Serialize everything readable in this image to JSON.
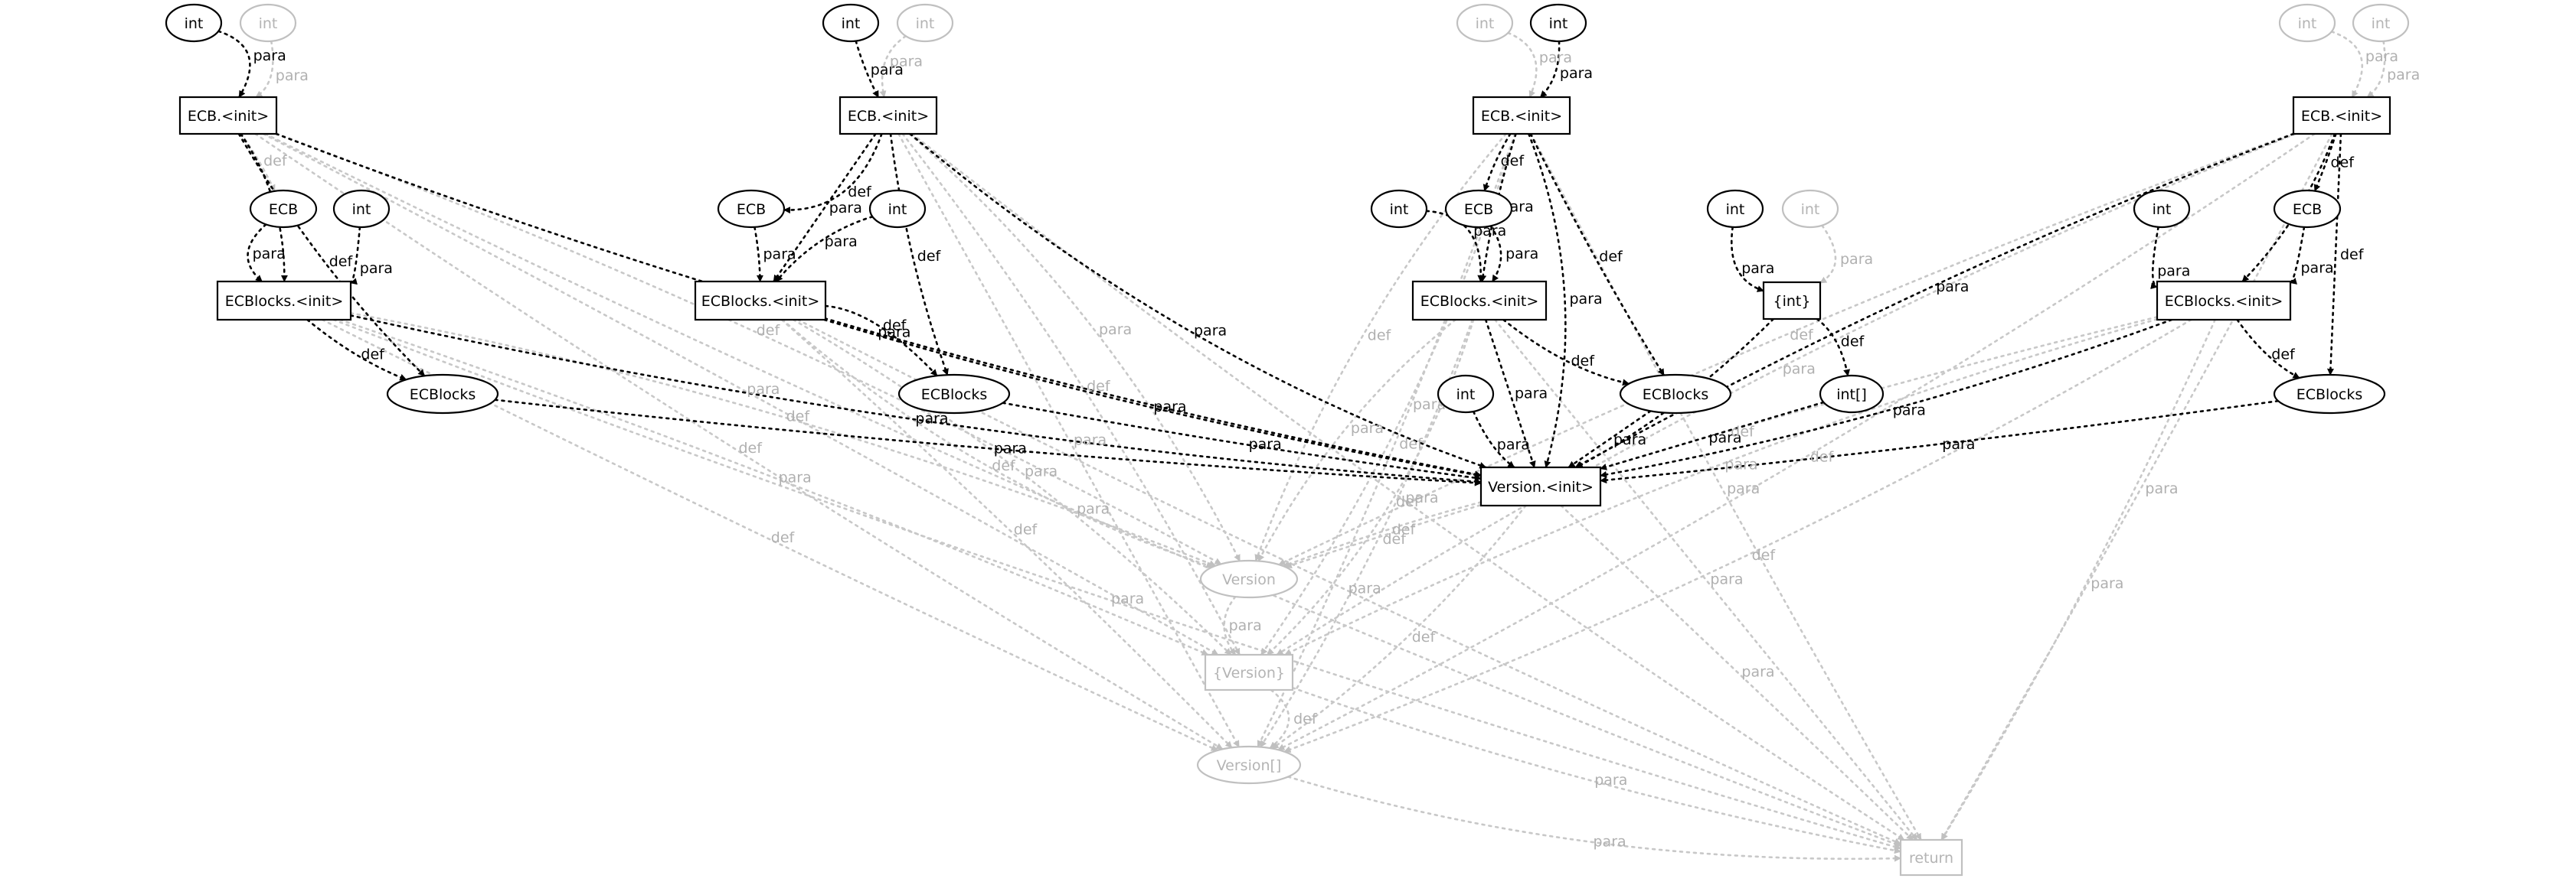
{
  "diagram": {
    "colors": {
      "highlight": "#000000",
      "muted": "#c0c0c0",
      "background": "#ffffff"
    },
    "nodes": [
      {
        "id": "i1a",
        "label": "int",
        "shape": "ellipse",
        "muted": false
      },
      {
        "id": "i1b",
        "label": "int",
        "shape": "ellipse",
        "muted": true
      },
      {
        "id": "E1",
        "label": "ECB.<init>",
        "shape": "box",
        "muted": false
      },
      {
        "id": "c1",
        "label": "ECB",
        "shape": "ellipse",
        "muted": false
      },
      {
        "id": "i1c",
        "label": "int",
        "shape": "ellipse",
        "muted": false
      },
      {
        "id": "B1",
        "label": "ECBlocks.<init>",
        "shape": "box",
        "muted": false
      },
      {
        "id": "k1",
        "label": "ECBlocks",
        "shape": "ellipse",
        "muted": false
      },
      {
        "id": "i2a",
        "label": "int",
        "shape": "ellipse",
        "muted": false
      },
      {
        "id": "i2b",
        "label": "int",
        "shape": "ellipse",
        "muted": true
      },
      {
        "id": "E2",
        "label": "ECB.<init>",
        "shape": "box",
        "muted": false
      },
      {
        "id": "c2",
        "label": "ECB",
        "shape": "ellipse",
        "muted": false
      },
      {
        "id": "i2c",
        "label": "int",
        "shape": "ellipse",
        "muted": false
      },
      {
        "id": "B2",
        "label": "ECBlocks.<init>",
        "shape": "box",
        "muted": false
      },
      {
        "id": "k2",
        "label": "ECBlocks",
        "shape": "ellipse",
        "muted": false
      },
      {
        "id": "i3a",
        "label": "int",
        "shape": "ellipse",
        "muted": true
      },
      {
        "id": "i3b",
        "label": "int",
        "shape": "ellipse",
        "muted": false
      },
      {
        "id": "E3",
        "label": "ECB.<init>",
        "shape": "box",
        "muted": false
      },
      {
        "id": "i3c",
        "label": "int",
        "shape": "ellipse",
        "muted": false
      },
      {
        "id": "c3",
        "label": "ECB",
        "shape": "ellipse",
        "muted": false
      },
      {
        "id": "B3",
        "label": "ECBlocks.<init>",
        "shape": "box",
        "muted": false
      },
      {
        "id": "k3",
        "label": "ECBlocks",
        "shape": "ellipse",
        "muted": false
      },
      {
        "id": "i3d",
        "label": "int",
        "shape": "ellipse",
        "muted": false
      },
      {
        "id": "i5a",
        "label": "int",
        "shape": "ellipse",
        "muted": false
      },
      {
        "id": "i5b",
        "label": "int",
        "shape": "ellipse",
        "muted": true
      },
      {
        "id": "A",
        "label": "{int}",
        "shape": "box",
        "muted": false
      },
      {
        "id": "ia",
        "label": "int[]",
        "shape": "ellipse",
        "muted": false
      },
      {
        "id": "i4a",
        "label": "int",
        "shape": "ellipse",
        "muted": true
      },
      {
        "id": "i4b",
        "label": "int",
        "shape": "ellipse",
        "muted": true
      },
      {
        "id": "E4",
        "label": "ECB.<init>",
        "shape": "box",
        "muted": false
      },
      {
        "id": "i4c",
        "label": "int",
        "shape": "ellipse",
        "muted": false
      },
      {
        "id": "c4",
        "label": "ECB",
        "shape": "ellipse",
        "muted": false
      },
      {
        "id": "B4",
        "label": "ECBlocks.<init>",
        "shape": "box",
        "muted": false
      },
      {
        "id": "k4",
        "label": "ECBlocks",
        "shape": "ellipse",
        "muted": false
      },
      {
        "id": "VI",
        "label": "Version.<init>",
        "shape": "box",
        "muted": false
      },
      {
        "id": "V",
        "label": "Version",
        "shape": "ellipse",
        "muted": true
      },
      {
        "id": "VS",
        "label": "{Version}",
        "shape": "box",
        "muted": true
      },
      {
        "id": "VA",
        "label": "Version[]",
        "shape": "ellipse",
        "muted": true
      },
      {
        "id": "R",
        "label": "return",
        "shape": "box",
        "muted": true
      }
    ],
    "edges": [
      {
        "from": "i1a",
        "to": "E1",
        "label": "para",
        "muted": false
      },
      {
        "from": "i1b",
        "to": "E1",
        "label": "para",
        "muted": true
      },
      {
        "from": "E1",
        "to": "c1",
        "label": "def",
        "muted": true
      },
      {
        "from": "E1",
        "to": "B1",
        "label": "para",
        "muted": false
      },
      {
        "from": "c1",
        "to": "B1",
        "label": "para",
        "muted": false
      },
      {
        "from": "i1c",
        "to": "B1",
        "label": "para",
        "muted": false
      },
      {
        "from": "E1",
        "to": "k1",
        "label": "def",
        "muted": false
      },
      {
        "from": "B1",
        "to": "k1",
        "label": "def",
        "muted": false
      },
      {
        "from": "E1",
        "to": "VI",
        "label": "para",
        "muted": false
      },
      {
        "from": "B1",
        "to": "VI",
        "label": "para",
        "muted": false
      },
      {
        "from": "k1",
        "to": "VI",
        "label": "para",
        "muted": false
      },
      {
        "from": "i2a",
        "to": "E2",
        "label": "para",
        "muted": false
      },
      {
        "from": "i2b",
        "to": "E2",
        "label": "para",
        "muted": true
      },
      {
        "from": "E2",
        "to": "c2",
        "label": "def",
        "muted": false
      },
      {
        "from": "E2",
        "to": "B2",
        "label": "para",
        "muted": false
      },
      {
        "from": "c2",
        "to": "B2",
        "label": "para",
        "muted": false
      },
      {
        "from": "i2c",
        "to": "B2",
        "label": "para",
        "muted": false
      },
      {
        "from": "E2",
        "to": "k2",
        "label": "def",
        "muted": false
      },
      {
        "from": "B2",
        "to": "k2",
        "label": "def",
        "muted": false
      },
      {
        "from": "E2",
        "to": "VI",
        "label": "para",
        "muted": false
      },
      {
        "from": "B2",
        "to": "VI",
        "label": "para",
        "muted": false
      },
      {
        "from": "k2",
        "to": "VI",
        "label": "para",
        "muted": false
      },
      {
        "from": "i3a",
        "to": "E3",
        "label": "para",
        "muted": true
      },
      {
        "from": "i3b",
        "to": "E3",
        "label": "para",
        "muted": false
      },
      {
        "from": "E3",
        "to": "c3",
        "label": "def",
        "muted": false
      },
      {
        "from": "E3",
        "to": "B3",
        "label": "para",
        "muted": false
      },
      {
        "from": "i3c",
        "to": "B3",
        "label": "para",
        "muted": false
      },
      {
        "from": "c3",
        "to": "B3",
        "label": "para",
        "muted": false
      },
      {
        "from": "E3",
        "to": "k3",
        "label": "def",
        "muted": false
      },
      {
        "from": "B3",
        "to": "k3",
        "label": "def",
        "muted": false
      },
      {
        "from": "E3",
        "to": "VI",
        "label": "para",
        "muted": false
      },
      {
        "from": "B3",
        "to": "VI",
        "label": "para",
        "muted": false
      },
      {
        "from": "k3",
        "to": "VI",
        "label": "para",
        "muted": false
      },
      {
        "from": "i3d",
        "to": "VI",
        "label": "para",
        "muted": false
      },
      {
        "from": "i5a",
        "to": "A",
        "label": "para",
        "muted": false
      },
      {
        "from": "i5b",
        "to": "A",
        "label": "para",
        "muted": true
      },
      {
        "from": "A",
        "to": "ia",
        "label": "def",
        "muted": false
      },
      {
        "from": "A",
        "to": "VI",
        "label": "para",
        "muted": false
      },
      {
        "from": "ia",
        "to": "VI",
        "label": "para",
        "muted": false
      },
      {
        "from": "i4a",
        "to": "E4",
        "label": "para",
        "muted": true
      },
      {
        "from": "i4b",
        "to": "E4",
        "label": "para",
        "muted": true
      },
      {
        "from": "E4",
        "to": "c4",
        "label": "def",
        "muted": false
      },
      {
        "from": "E4",
        "to": "B4",
        "label": "para",
        "muted": false
      },
      {
        "from": "i4c",
        "to": "B4",
        "label": "para",
        "muted": false
      },
      {
        "from": "c4",
        "to": "B4",
        "label": "para",
        "muted": false
      },
      {
        "from": "E4",
        "to": "k4",
        "label": "def",
        "muted": false
      },
      {
        "from": "B4",
        "to": "k4",
        "label": "def",
        "muted": false
      },
      {
        "from": "E4",
        "to": "VI",
        "label": "para",
        "muted": false
      },
      {
        "from": "B4",
        "to": "VI",
        "label": "para",
        "muted": false
      },
      {
        "from": "k4",
        "to": "VI",
        "label": "para",
        "muted": false
      },
      {
        "from": "VI",
        "to": "V",
        "label": "def",
        "muted": true
      },
      {
        "from": "V",
        "to": "VS",
        "label": "para",
        "muted": true
      },
      {
        "from": "VS",
        "to": "VA",
        "label": "def",
        "muted": true
      },
      {
        "from": "VI",
        "to": "VA",
        "label": "def",
        "muted": true
      },
      {
        "from": "VI",
        "to": "R",
        "label": "para",
        "muted": true
      },
      {
        "from": "VS",
        "to": "R",
        "label": "para",
        "muted": true
      },
      {
        "from": "VA",
        "to": "R",
        "label": "para",
        "muted": true
      },
      {
        "from": "E1",
        "to": "V",
        "label": "def",
        "muted": true
      },
      {
        "from": "E1",
        "to": "VS",
        "label": "para",
        "muted": true
      },
      {
        "from": "E1",
        "to": "VA",
        "label": "def",
        "muted": true
      },
      {
        "from": "E1",
        "to": "R",
        "label": "para",
        "muted": true
      },
      {
        "from": "B1",
        "to": "V",
        "label": "def",
        "muted": true
      },
      {
        "from": "B1",
        "to": "VS",
        "label": "para",
        "muted": true
      },
      {
        "from": "B1",
        "to": "VA",
        "label": "def",
        "muted": true
      },
      {
        "from": "B1",
        "to": "R",
        "label": "para",
        "muted": true
      },
      {
        "from": "E2",
        "to": "V",
        "label": "para",
        "muted": true
      },
      {
        "from": "E2",
        "to": "VS",
        "label": "def",
        "muted": true
      },
      {
        "from": "E2",
        "to": "VA",
        "label": "para",
        "muted": true
      },
      {
        "from": "E2",
        "to": "R",
        "label": "para",
        "muted": true
      },
      {
        "from": "B2",
        "to": "V",
        "label": "def",
        "muted": true
      },
      {
        "from": "B2",
        "to": "VS",
        "label": "para",
        "muted": true
      },
      {
        "from": "B2",
        "to": "VA",
        "label": "def",
        "muted": true
      },
      {
        "from": "B2",
        "to": "R",
        "label": "para",
        "muted": true
      },
      {
        "from": "E3",
        "to": "V",
        "label": "def",
        "muted": true
      },
      {
        "from": "E3",
        "to": "VS",
        "label": "para",
        "muted": true
      },
      {
        "from": "E3",
        "to": "VA",
        "label": "def",
        "muted": true
      },
      {
        "from": "E3",
        "to": "R",
        "label": "para",
        "muted": true
      },
      {
        "from": "B3",
        "to": "V",
        "label": "para",
        "muted": true
      },
      {
        "from": "B3",
        "to": "VS",
        "label": "def",
        "muted": true
      },
      {
        "from": "B3",
        "to": "VA",
        "label": "def",
        "muted": true
      },
      {
        "from": "B3",
        "to": "R",
        "label": "para",
        "muted": true
      },
      {
        "from": "E4",
        "to": "V",
        "label": "def",
        "muted": true
      },
      {
        "from": "E4",
        "to": "VS",
        "label": "para",
        "muted": true
      },
      {
        "from": "E4",
        "to": "VA",
        "label": "def",
        "muted": true
      },
      {
        "from": "E4",
        "to": "R",
        "label": "para",
        "muted": true
      },
      {
        "from": "B4",
        "to": "V",
        "label": "def",
        "muted": true
      },
      {
        "from": "B4",
        "to": "VS",
        "label": "para",
        "muted": true
      },
      {
        "from": "B4",
        "to": "VA",
        "label": "def",
        "muted": true
      },
      {
        "from": "B4",
        "to": "R",
        "label": "para",
        "muted": true
      }
    ]
  }
}
